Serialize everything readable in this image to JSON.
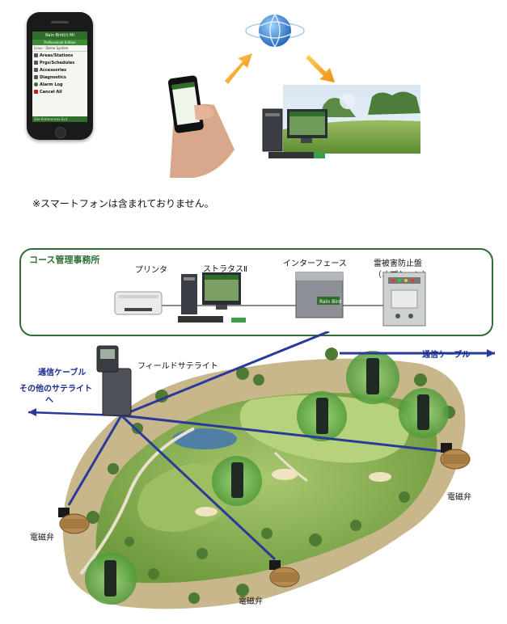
{
  "phone": {
    "title": "Rain Bird(r) MI",
    "edition": "Professional Edition",
    "user": "Linus - Demo System",
    "menu": [
      "Areas/Stations",
      "Prgs/Schedules",
      "Accessories",
      "Diagnostics",
      "Alarm Log",
      "Cancel All"
    ],
    "footer": "Site Preferences  Exit"
  },
  "note": "※スマートフォンは含まれておりません。",
  "office": {
    "title": "コース管理事務所",
    "printer": "プリンタ",
    "stratus": "ストラタスⅡ",
    "interface": "インターフェース",
    "surge": "雷被害防止盤",
    "surge_option": "（オプション）",
    "brand": "Rain Bird"
  },
  "field": {
    "cable_right": "通信ケーブル",
    "cable_left": "通信ケーブル",
    "other_sat": "その他のサテライト",
    "other_sat_to": "へ",
    "satellite": "フィールドサテライト",
    "valve1": "電磁弁",
    "valve2": "電磁弁",
    "valve3": "電磁弁"
  },
  "colors": {
    "green_border": "#2e6e33",
    "cable_blue": "#2a3a9a",
    "label_blue": "#1b2b8c"
  }
}
